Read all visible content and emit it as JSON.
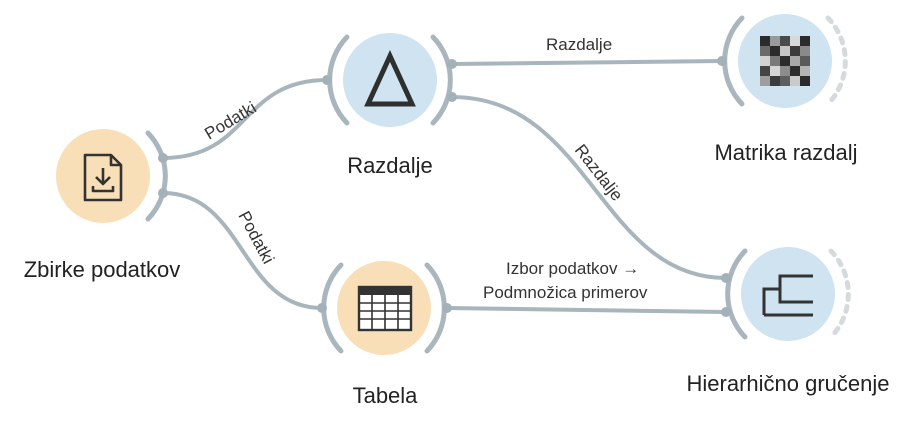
{
  "nodes": {
    "datasets": {
      "title": "Zbirke podatkov",
      "icon": "file-download-icon",
      "color": "#f9dfb8"
    },
    "distances": {
      "title": "Razdalje",
      "icon": "delta-icon",
      "color": "#cfe3f0"
    },
    "table": {
      "title": "Tabela",
      "icon": "table-grid-icon",
      "color": "#f9dfb8"
    },
    "distance_matrix": {
      "title": "Matrika razdalj",
      "icon": "distance-matrix-icon",
      "color": "#cfe3f0"
    },
    "hierarchical": {
      "title": "Hierarhično gručenje",
      "icon": "dendrogram-icon",
      "color": "#cfe3f0"
    }
  },
  "links": {
    "datasets_distances": "Podatki",
    "datasets_table": "Podatki",
    "distances_matrix": "Razdalje",
    "distances_hierarchical": "Razdalje",
    "table_hierarchical_line1": "Izbor podatkov →",
    "table_hierarchical_line2": "Podmnožica primerov"
  },
  "colors": {
    "link": "#a8b5bd",
    "orange_node": "#f9dfb8",
    "blue_node": "#cfe3f0"
  }
}
